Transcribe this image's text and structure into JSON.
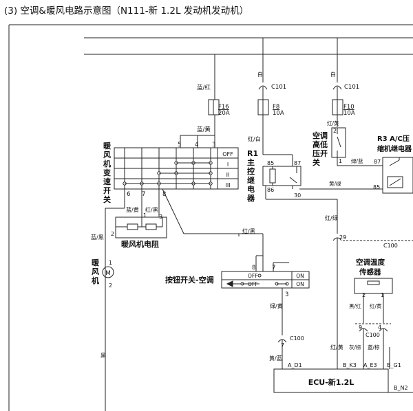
{
  "title": "(3) 空调&暖风电路示意图（N111-新 1.2L 发动机发动机）",
  "blower_switch": {
    "label": "暖风机变速开关",
    "top_pins": [
      "5",
      "4",
      "3"
    ],
    "bottom_pins": [
      "6",
      "7",
      "8"
    ],
    "positions": [
      "OFF",
      "I",
      "II",
      "III"
    ]
  },
  "blower_resistor": {
    "label": "暖风机电阻",
    "pins": [
      "1",
      "2",
      "3"
    ]
  },
  "blower_motor": {
    "label": "暖风机",
    "symbol": "M",
    "pins": [
      "1",
      "2"
    ]
  },
  "ac_button": {
    "label": "按钮开关-空调",
    "pins": [
      "8",
      "7",
      "3"
    ],
    "states": [
      "OFF",
      "ON",
      "OFF",
      "ON"
    ]
  },
  "main_relay": {
    "label": "R1主控继电器",
    "pins": [
      "85",
      "87",
      "86",
      "30"
    ]
  },
  "pressure_switch": {
    "label": "空调高低压开关",
    "pins": [
      "2",
      "1"
    ]
  },
  "ac_relay": {
    "label": "R3 A/C压缩机继电器",
    "pins": [
      "87",
      "85"
    ]
  },
  "temp_sensor": {
    "label": "空调温度传感器",
    "pins": [
      "2",
      "1"
    ]
  },
  "ecu": {
    "label": "ECU-新1.2L",
    "pins": [
      "A_D1",
      "B_K3",
      "A_E3",
      "B_G1",
      "B_N2"
    ]
  },
  "fuses": [
    {
      "id": "F16",
      "rating": "20A"
    },
    {
      "id": "F8",
      "rating": "10A"
    },
    {
      "id": "F10",
      "rating": "10A"
    }
  ],
  "connectors": {
    "c101_a": "C101",
    "c101_b": "C101",
    "c100_a": "C100",
    "c100_b": "C100",
    "c100_c": "C100",
    "pin_29": "29",
    "pin_7": "7",
    "pin_9": "9",
    "pin_4": "4"
  },
  "wire_labels": {
    "f16_top": "蓝/红",
    "f16_out": "蓝/黄",
    "c101_a": "白",
    "c101_b": "白",
    "relay_in": "红/白",
    "ps_top": "红/黄",
    "ps_out": "绿/蓝",
    "yellow_green": "黄/绿",
    "red_green": "红/绿",
    "res_left": "蓝/黄",
    "res_right": "红/黑",
    "blower_feed": "蓝/黑",
    "btn_feed": "红/黑",
    "btn_out": "绿/黄",
    "ecu_ad1": "黄/蓝",
    "ecu_bk3": "红/黄",
    "sensor_left": "黑/红",
    "sensor_right": "红/黄",
    "sensor_c100_left": "灰/棕",
    "sensor_c100_right": "蓝/棕",
    "ground": "黑"
  }
}
